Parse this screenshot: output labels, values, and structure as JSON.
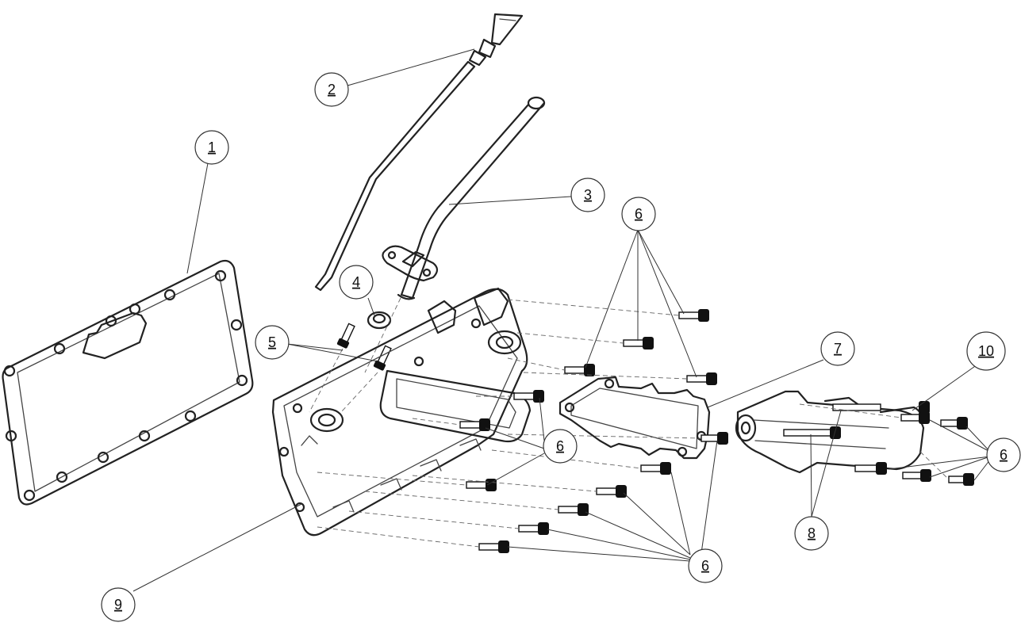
{
  "callouts": {
    "c1": "1",
    "c2": "2",
    "c3": "3",
    "c4": "4",
    "c5": "5",
    "c6a": "6",
    "c6b": "6",
    "c6c": "6",
    "c6d": "6",
    "c7": "7",
    "c8": "8",
    "c9": "9",
    "c10": "10"
  }
}
